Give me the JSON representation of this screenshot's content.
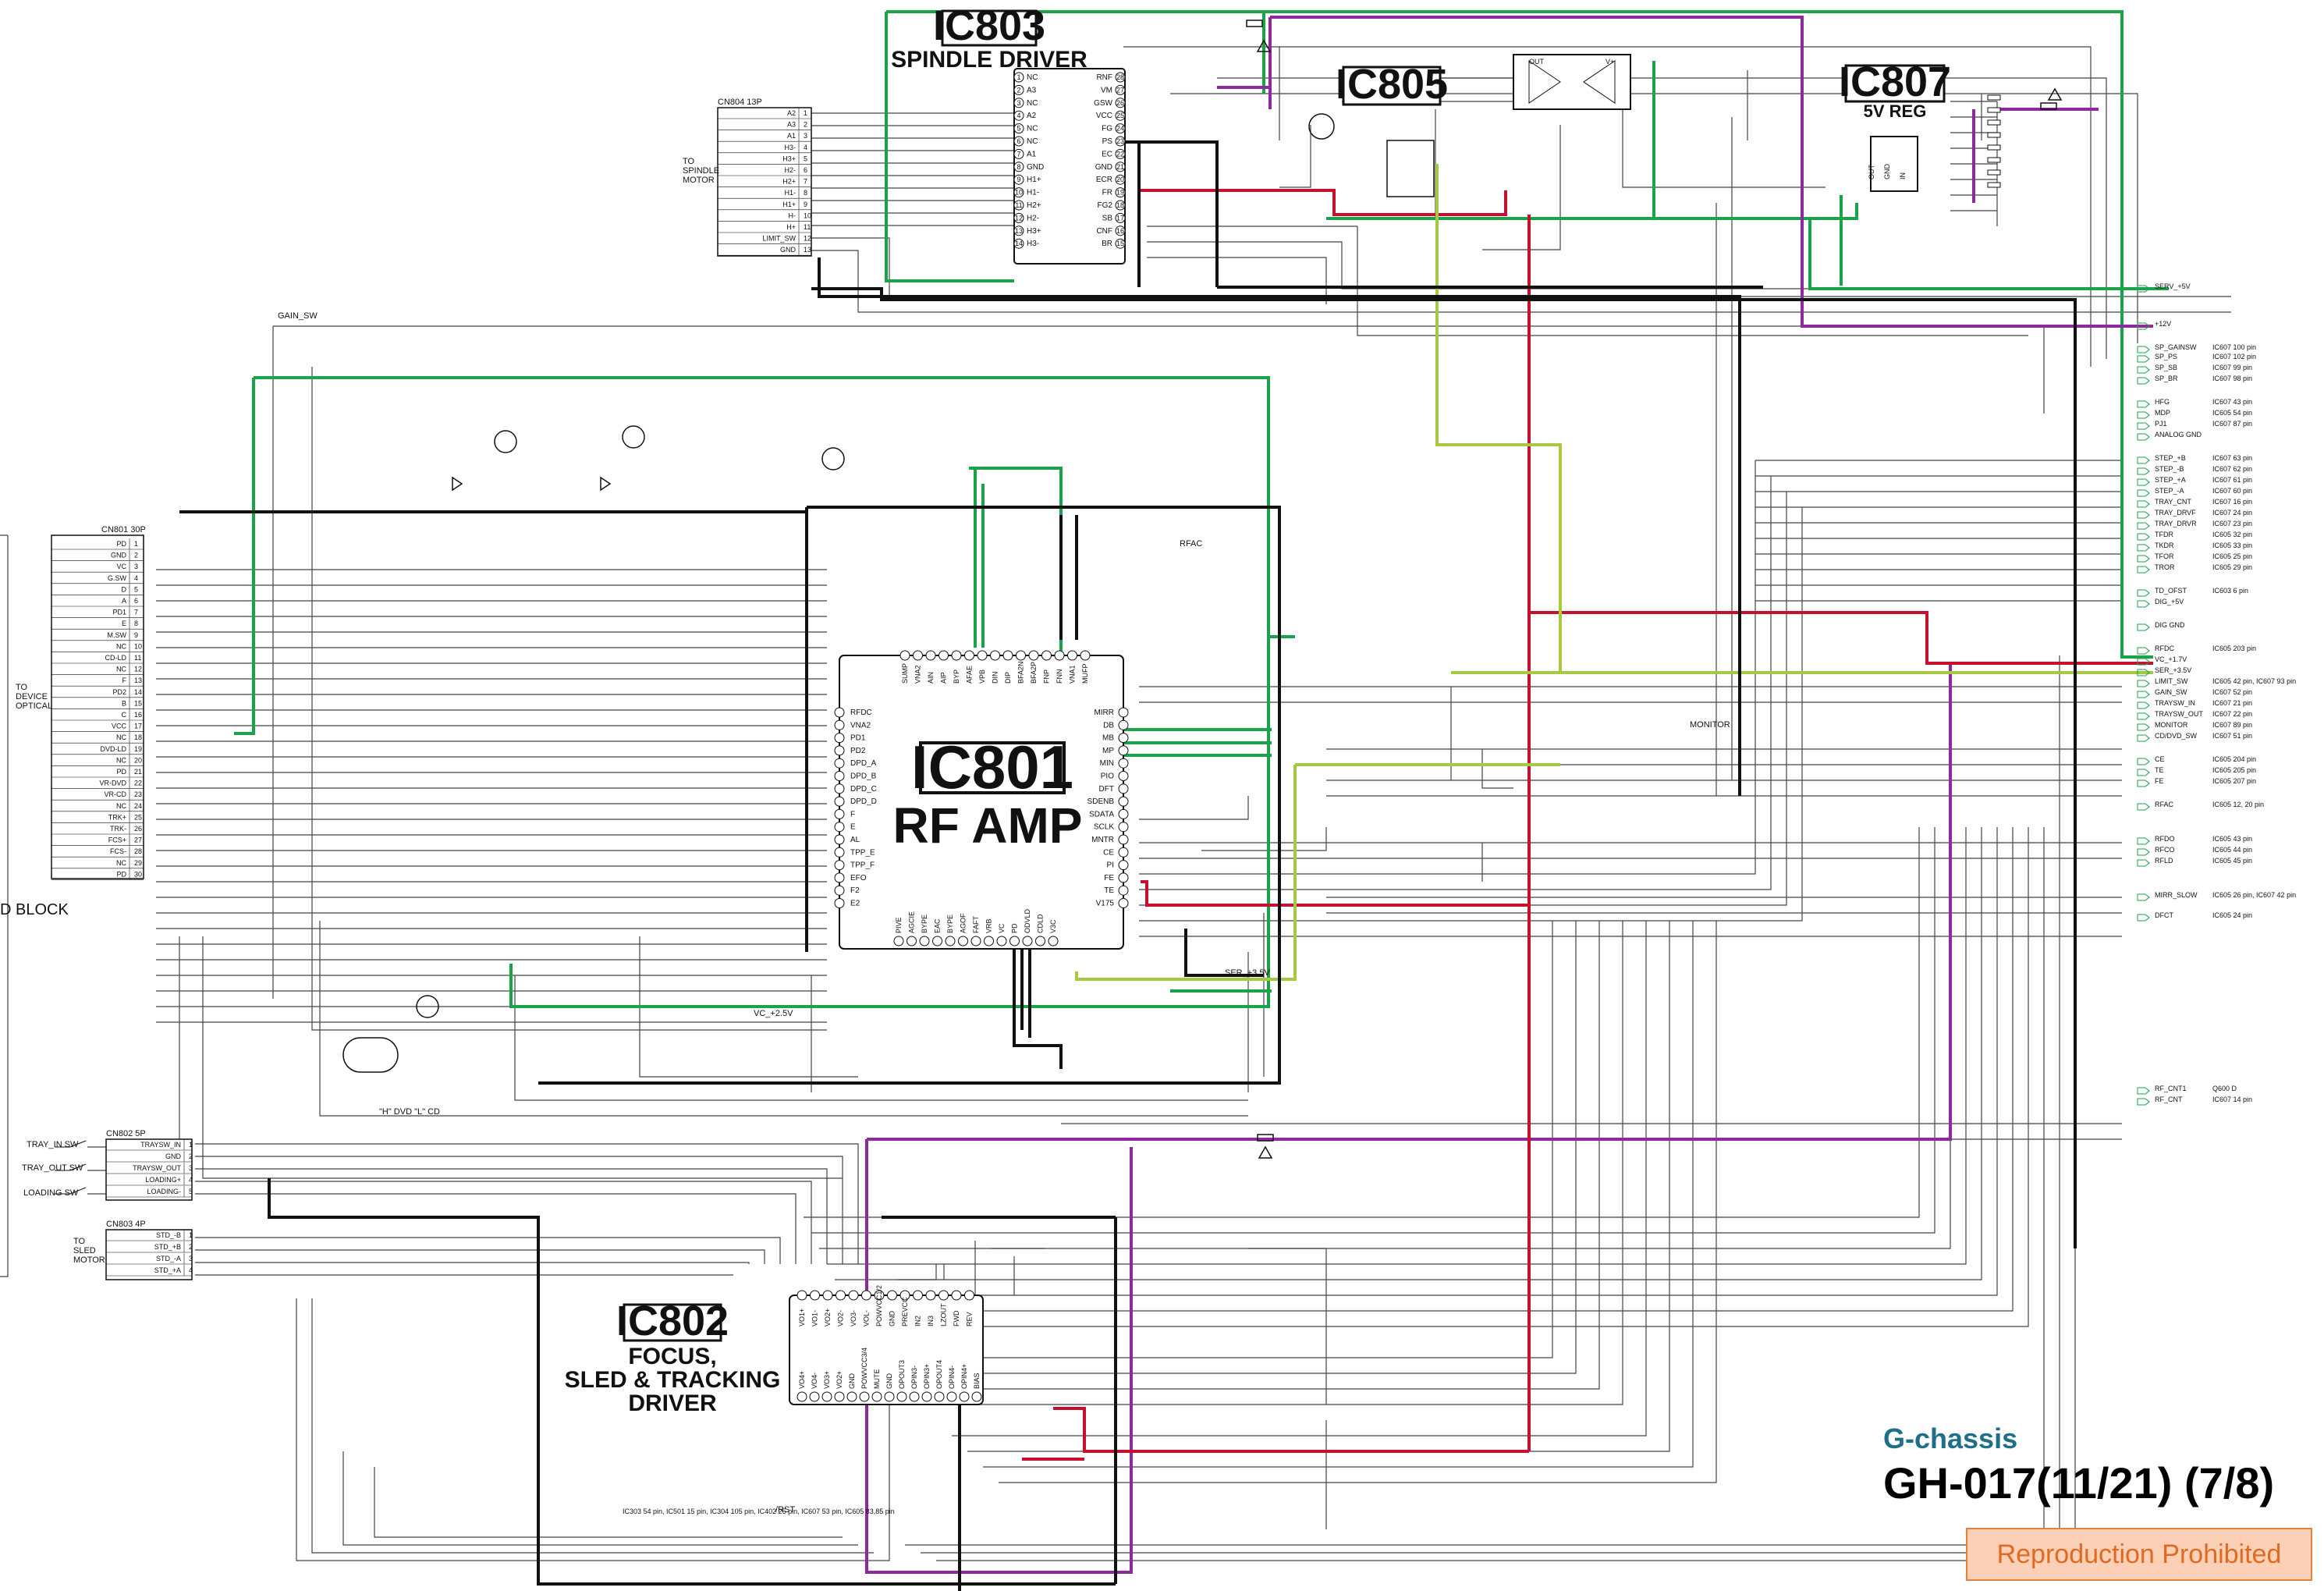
{
  "ics": {
    "ic803": {
      "title": "IC803",
      "subtitle": "SPINDLE DRIVER"
    },
    "ic805": {
      "title": "IC805"
    },
    "ic807": {
      "title": "IC807",
      "subtitle": "5V REG"
    },
    "ic801": {
      "title": "IC801",
      "subtitle": "RF AMP"
    },
    "ic802": {
      "title": "IC802",
      "subtitle1": "FOCUS,",
      "subtitle2": "SLED & TRACKING",
      "subtitle3": "DRIVER"
    }
  },
  "connectors": {
    "cn804": {
      "label": "CN804 13P",
      "side_label": [
        "TO",
        "SPINDLE",
        "MOTOR"
      ],
      "pins": [
        "A2",
        "A3",
        "A1",
        "H3-",
        "H3+",
        "H2-",
        "H2+",
        "H1-",
        "H1+",
        "H-",
        "H+",
        "LIMIT_SW",
        "GND"
      ]
    },
    "cn801": {
      "label": "CN801 30P",
      "side_label": [
        "TO",
        "DEVICE",
        "OPTICAL"
      ],
      "pins": [
        "PD",
        "GND",
        "VC",
        "G.SW",
        "D",
        "A",
        "PD1",
        "E",
        "M.SW",
        "NC",
        "CD-LD",
        "NC",
        "F",
        "PD2",
        "B",
        "C",
        "VCC",
        "NC",
        "DVD-LD",
        "NC",
        "PD",
        "VR-DVD",
        "VR-CD",
        "NC",
        "TRK+",
        "TRK-",
        "FCS+",
        "FCS-",
        "NC",
        "PD"
      ]
    },
    "cn802": {
      "label": "CN802 5P",
      "pins": [
        "TRAYSW_IN",
        "GND",
        "TRAYSW_OUT",
        "LOADING+",
        "LOADING-"
      ]
    },
    "cn803": {
      "label": "CN803 4P",
      "side_label": [
        "TO",
        "SLED",
        "MOTOR"
      ],
      "pins": [
        "STD_-B",
        "STD_+B",
        "STD_-A",
        "STD_+A"
      ]
    }
  },
  "switches": [
    "TRAY_IN SW",
    "TRAY_OUT SW",
    "LOADING SW"
  ],
  "block_label": "D BLOCK",
  "ic803_left_pins": [
    [
      "1",
      "NC"
    ],
    [
      "2",
      "A3"
    ],
    [
      "3",
      "NC"
    ],
    [
      "4",
      "A2"
    ],
    [
      "5",
      "NC"
    ],
    [
      "6",
      "NC"
    ],
    [
      "7",
      "A1"
    ],
    [
      "8",
      "GND"
    ],
    [
      "9",
      "H1+"
    ],
    [
      "10",
      "H1-"
    ],
    [
      "11",
      "H2+"
    ],
    [
      "12",
      "H2-"
    ],
    [
      "13",
      "H3+"
    ],
    [
      "14",
      "H3-"
    ]
  ],
  "ic803_right_pins": [
    [
      "28",
      "RNF"
    ],
    [
      "27",
      "VM"
    ],
    [
      "26",
      "GSW"
    ],
    [
      "25",
      "VCC"
    ],
    [
      "24",
      "FG"
    ],
    [
      "23",
      "PS"
    ],
    [
      "22",
      "EC"
    ],
    [
      "21",
      "GND"
    ],
    [
      "20",
      "ECR"
    ],
    [
      "19",
      "FR"
    ],
    [
      "18",
      "FG2"
    ],
    [
      "17",
      "SB"
    ],
    [
      "16",
      "CNF"
    ],
    [
      "15",
      "BR"
    ]
  ],
  "ic801_top_pins": [
    "SUMP",
    "VNA2",
    "AIN",
    "AIP",
    "BYP",
    "AFAE",
    "VPB",
    "DIN",
    "DIP",
    "BFA2N",
    "BFA2P",
    "FNP",
    "FNN",
    "VNA1",
    "MUFP"
  ],
  "ic801_left_pins": [
    "RFDC",
    "VNA2",
    "PD1",
    "PD2",
    "DPD_A",
    "DPD_B",
    "DPD_C",
    "DPD_D",
    "F",
    "E",
    "AL",
    "TPP_E",
    "TPP_F",
    "EFO",
    "F2",
    "E2"
  ],
  "ic801_right_pins": [
    "MIRR",
    "DB",
    "MB",
    "MP",
    "MIN",
    "PIO",
    "DFT",
    "SDENB",
    "SDATA",
    "SCLK",
    "MNTR",
    "CE",
    "PI",
    "FE",
    "TE",
    "V175"
  ],
  "ic801_bottom_pins": [
    "PIVE",
    "AGCIE",
    "BYPE",
    "EAC",
    "BYPE",
    "AGOF",
    "FAFT",
    "VRB",
    "VC",
    "PD",
    "ODVLD",
    "CDLD",
    "V3C"
  ],
  "ic802_top_pins": [
    "VO1+",
    "VO1-",
    "VO2+",
    "VO2-",
    "VO3-",
    "VOL-",
    "POWVCC1/2",
    "GND",
    "PREVCC",
    "IN2",
    "IN3",
    "LZOUT",
    "FWD",
    "REV"
  ],
  "ic802_bottom_pins": [
    "VO4+",
    "VO4-",
    "VO3+",
    "VO2+",
    "GND",
    "POWVCC3/4",
    "MUTE",
    "GND",
    "OPOUT3",
    "OPIN3-",
    "OPIN3+",
    "OPOUT4",
    "OPIN4-",
    "OPIN4+",
    "BIAS"
  ],
  "right_signals": [
    [
      "SP_GAINSW",
      "IC607 100 pin"
    ],
    [
      "SP_PS",
      "IC607 102 pin"
    ],
    [
      "SP_SB",
      "IC607 99 pin"
    ],
    [
      "SP_BR",
      "IC607 98 pin"
    ],
    [
      "HFG",
      "IC607 43 pin"
    ],
    [
      "MDP",
      "IC605 54 pin"
    ],
    [
      "PJ1",
      "IC607 87 pin"
    ],
    [
      "ANALOG GND",
      ""
    ],
    [
      "STEP_+B",
      "IC607 63 pin"
    ],
    [
      "STEP_-B",
      "IC607 62 pin"
    ],
    [
      "STEP_+A",
      "IC607 61 pin"
    ],
    [
      "STEP_-A",
      "IC607 60 pin"
    ],
    [
      "TRAY_CNT",
      "IC607 16 pin"
    ],
    [
      "TRAY_DRVF",
      "IC607 24 pin"
    ],
    [
      "TRAY_DRVR",
      "IC607 23 pin"
    ],
    [
      "TFDR",
      "IC605 32 pin"
    ],
    [
      "TKDR",
      "IC605 33 pin"
    ],
    [
      "TFOR",
      "IC605 25 pin"
    ],
    [
      "TROR",
      "IC605 29 pin"
    ],
    [
      "TD_OFST",
      "IC603 6 pin"
    ],
    [
      "DIG_+5V",
      ""
    ],
    [
      "DIG GND",
      ""
    ],
    [
      "RFDC",
      "IC605 203 pin"
    ],
    [
      "VC_+1.7V",
      ""
    ],
    [
      "SER_+3.5V",
      ""
    ],
    [
      "LIMIT_SW",
      "IC605 42 pin, IC607 93 pin"
    ],
    [
      "GAIN_SW",
      "IC607 52 pin"
    ],
    [
      "TRAYSW_IN",
      "IC607 21 pin"
    ],
    [
      "TRAYSW_OUT",
      "IC607 22 pin"
    ],
    [
      "MONITOR",
      "IC607 89 pin"
    ],
    [
      "CD/DVD_SW",
      "IC607 51 pin"
    ],
    [
      "CE",
      "IC605 204 pin"
    ],
    [
      "TE",
      "IC605 205 pin"
    ],
    [
      "FE",
      "IC605 207 pin"
    ],
    [
      "RFAC",
      "IC605 12, 20 pin"
    ],
    [
      "RFDO",
      "IC605 43 pin"
    ],
    [
      "RFCO",
      "IC605 44 pin"
    ],
    [
      "RFLD",
      "IC605 45 pin"
    ],
    [
      "MIRR_SLOW",
      "IC605 26 pin, IC607 42 pin"
    ],
    [
      "DFCT",
      "IC605 24 pin"
    ],
    [
      "RF_CNT1",
      "Q600 D"
    ],
    [
      "RF_CNT",
      "IC607 14 pin"
    ]
  ],
  "top_right_signals": [
    [
      "SERV_+5V",
      ""
    ],
    [
      "+12V",
      ""
    ]
  ],
  "nets": {
    "gain_sw": "GAIN_SW",
    "rfac": "RFAC",
    "monitor": "MONITOR",
    "vc": "VC_+2.5V",
    "ser": "SER_+3.5V",
    "dvd_cd": "\"H\" DVD  \"L\" CD",
    "rst": "/RST"
  },
  "rst_note": "IC303 54 pin, IC501 15 pin, IC304 105 pin, IC402 25 pin, IC607 53 pin, IC605 83,85 pin",
  "footer": {
    "chassis": "G-chassis",
    "page": "GH-017(11/21) (7/8)"
  },
  "stamp": "Reproduction Prohibited",
  "colors": {
    "green": "#1aa34a",
    "purple": "#8e2a9e",
    "red": "#c8102e",
    "lime": "#a7c940",
    "black": "#111111",
    "thin": "#444444"
  }
}
